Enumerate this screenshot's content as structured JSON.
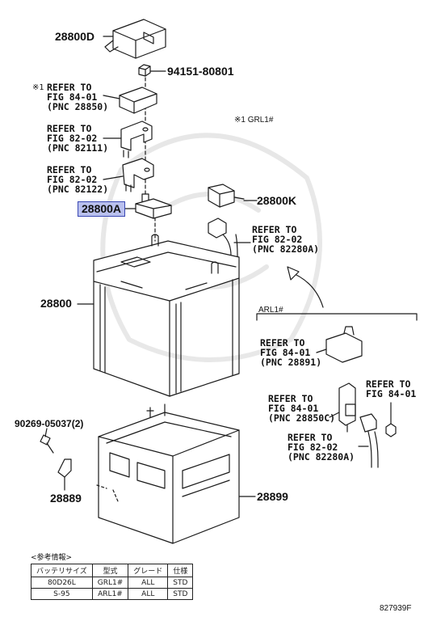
{
  "parts": {
    "cover_28800D": "28800D",
    "nut": "94151-80801",
    "clamp_28800A": "28800A",
    "terminal_28800K": "28800K",
    "battery": "28800",
    "bolt": "90269-05037(2)",
    "bracket": "28889",
    "tray": "28899"
  },
  "refs": {
    "r1": [
      "REFER TO",
      "FIG 84-01",
      "(PNC 28850)"
    ],
    "r1_mark": "※1",
    "r2": [
      "REFER TO",
      "FIG 82-02",
      "(PNC 82111)"
    ],
    "r3": [
      "REFER TO",
      "FIG 82-02",
      "(PNC 82122)"
    ],
    "r4": [
      "REFER TO",
      "FIG 82-02",
      "(PNC 82280A)"
    ],
    "r5": [
      "REFER TO",
      "FIG 84-01",
      "(PNC 28891)"
    ],
    "r6": [
      "REFER TO",
      "FIG 84-01",
      "(PNC 28850C)"
    ],
    "r7": [
      "REFER TO",
      "FIG 84-01"
    ],
    "r8": [
      "REFER TO",
      "FIG 82-02",
      "(PNC 82280A)"
    ]
  },
  "notes": {
    "grl": "※1 GRL1#",
    "arl": "ARL1#",
    "figure_no": "827939F"
  },
  "ref_table": {
    "caption": "<参考情報>",
    "headers": [
      "バッテリサイズ",
      "型式",
      "グレード",
      "仕様"
    ],
    "rows": [
      [
        "80D26L",
        "GRL1#",
        "ALL",
        "STD"
      ],
      [
        "S-95",
        "ARL1#",
        "ALL",
        "STD"
      ]
    ]
  }
}
